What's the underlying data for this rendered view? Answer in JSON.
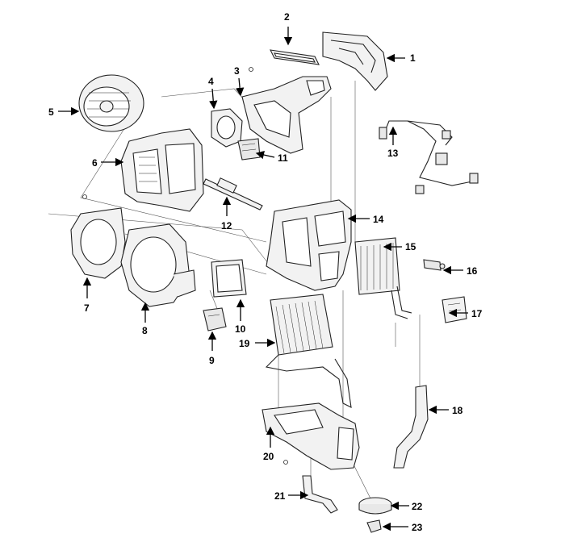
{
  "diagram": {
    "line_color": "#222222",
    "part_fill": "#f2f2f2",
    "labels": {
      "p1": "1",
      "p2": "2",
      "p3": "3",
      "p4": "4",
      "p5": "5",
      "p6": "6",
      "p7": "7",
      "p8": "8",
      "p9": "9",
      "p10": "10",
      "p11": "11",
      "p12": "12",
      "p13": "13",
      "p14": "14",
      "p15": "15",
      "p16": "16",
      "p17": "17",
      "p18": "18",
      "p19": "19",
      "p20": "20",
      "p21": "21",
      "p22": "22",
      "p23": "23"
    }
  }
}
